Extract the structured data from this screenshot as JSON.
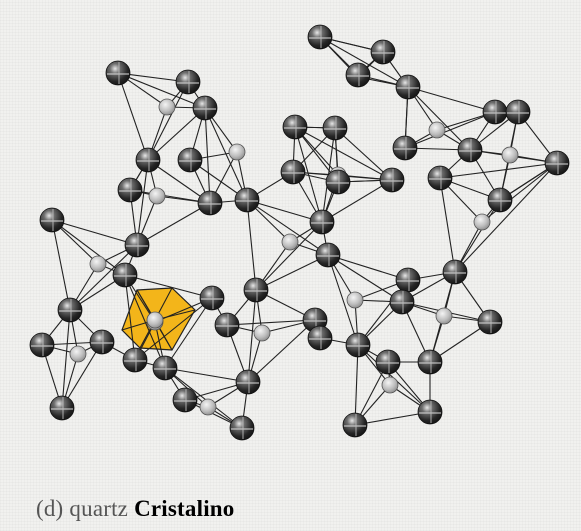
{
  "caption": {
    "label": "(d)",
    "mineral": "quartz",
    "emphasis": "Cristalino"
  },
  "colors": {
    "highlight": "#f3b51a",
    "oxygen": "#2a2a2a",
    "silicon": "#bcbcbc",
    "background": "#f1f1ef"
  }
}
